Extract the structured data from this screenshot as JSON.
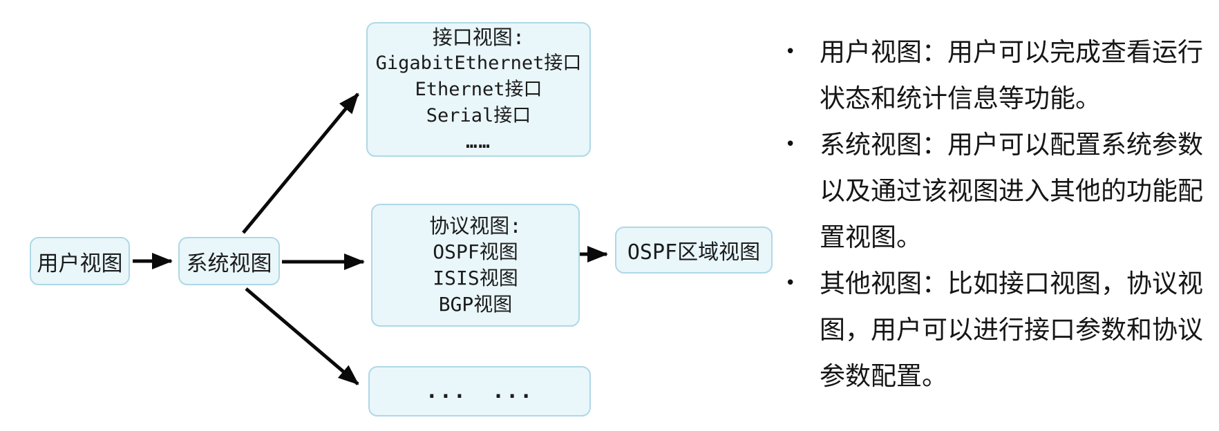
{
  "diagram": {
    "user_view": {
      "label": "用户视图"
    },
    "system_view": {
      "label": "系统视图"
    },
    "interface_view": {
      "title": "接口视图:",
      "lines": [
        "GigabitEthernet接口",
        "Ethernet接口",
        "Serial接口",
        "……"
      ]
    },
    "protocol_view": {
      "title": "协议视图:",
      "lines": [
        "OSPF视图",
        "ISIS视图",
        "BGP视图"
      ]
    },
    "ospf_area_view": {
      "label": "OSPF区域视图"
    },
    "other_view": {
      "label": "... ..."
    }
  },
  "notes": {
    "bullet_char": "•",
    "bullets": [
      {
        "lines": [
          "用户视图：用户可以完成查看运行",
          "状态和统计信息等功能。"
        ]
      },
      {
        "lines": [
          "系统视图：用户可以配置系统参数",
          "以及通过该视图进入其他的功能配",
          "置视图。"
        ]
      },
      {
        "lines": [
          "其他视图：比如接口视图，协议视",
          "图，用户可以进行接口参数和协议",
          "参数配置。"
        ]
      }
    ]
  },
  "colors": {
    "background": "#ffffff",
    "box_fill": "#e9f6fa",
    "box_border": "#aed8e6",
    "arrow": "#0a0a0a",
    "text": "#1b1b1b"
  }
}
